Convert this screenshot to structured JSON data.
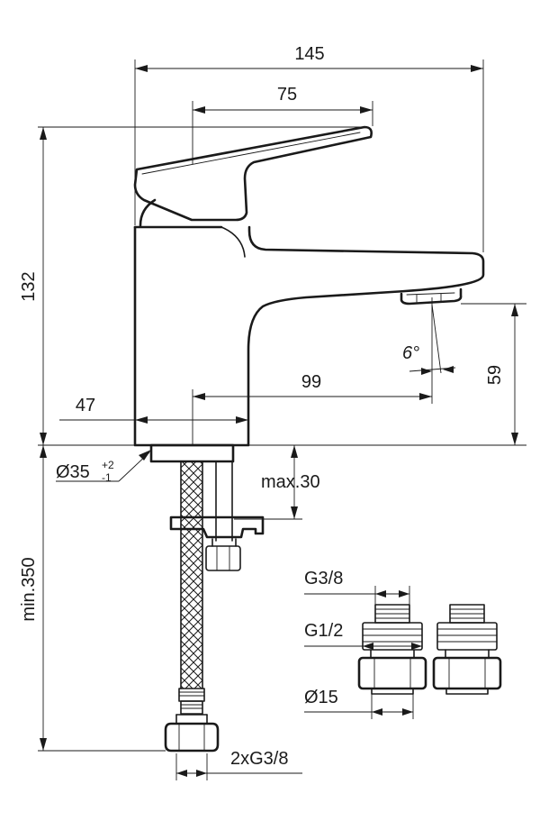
{
  "dimensions": {
    "overall_width": "145",
    "lever_length": "75",
    "height": "132",
    "spout_reach": "99",
    "body_width": "47",
    "spout_height": "59",
    "spray_angle": "6°",
    "base_diameter": "Ø35",
    "base_tol_plus": "+2",
    "base_tol_minus": "-1",
    "max_mounting": "max.30",
    "hose_length": "min.350",
    "hose_connection": "2xG3/8",
    "connector_outer_thread": "G3/8",
    "connector_inner_thread": "G1/2",
    "connector_pipe": "Ø15"
  }
}
